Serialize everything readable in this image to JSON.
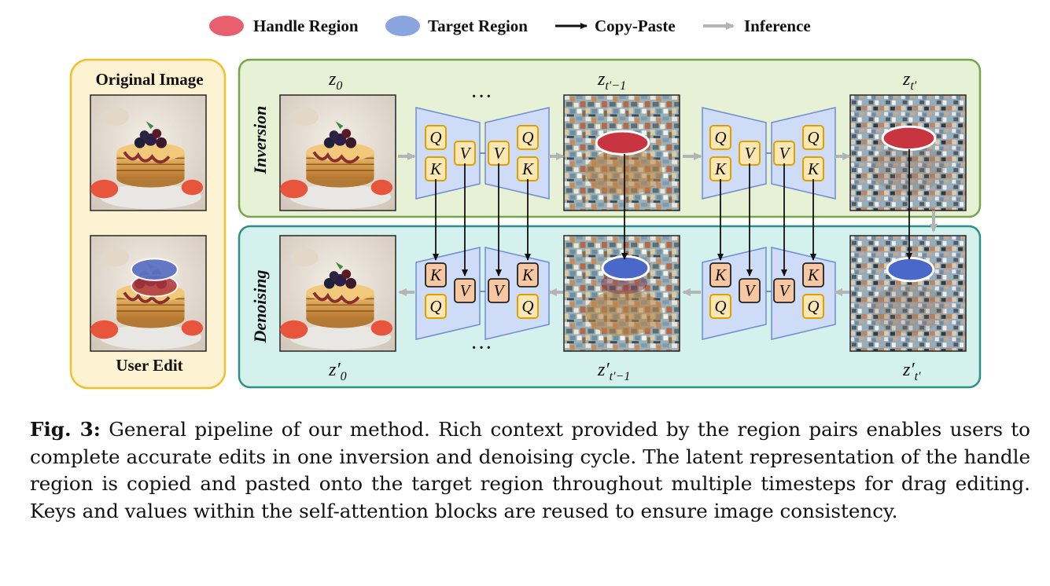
{
  "legend": {
    "handle_label": "Handle Region",
    "target_label": "Target Region",
    "copy_label": "Copy-Paste",
    "inference_label": "Inference",
    "handle_color": "#e85f6f",
    "target_color": "#8aa4e0"
  },
  "left_panel": {
    "original_label": "Original Image",
    "edit_label": "User Edit"
  },
  "stages": {
    "inversion": "Inversion",
    "denoising": "Denoising"
  },
  "latents": {
    "top_1": "z",
    "top_1_sub": "0",
    "top_2": "z",
    "top_2_sub": "t′−1",
    "top_3": "z",
    "top_3_sub": "t′",
    "bot_1": "z′",
    "bot_1_sub": "0",
    "bot_2": "z′",
    "bot_2_sub": "t′−1",
    "bot_3": "z′",
    "bot_3_sub": "t′"
  },
  "attention": {
    "q": "Q",
    "k": "K",
    "v": "V",
    "dots": "···"
  },
  "caption": {
    "label": "Fig. 3:",
    "text": "General pipeline of our method. Rich context provided by the region pairs enables users to complete accurate edits in one inversion and denoising cycle. The latent representation of the handle region is copied and pasted onto the target region throughout multiple timesteps for drag editing. Keys and values within the self-attention blocks are reused to ensure image consistency."
  },
  "colors": {
    "left_panel_fill": "#fdf3d2",
    "left_panel_stroke": "#f0c030",
    "inversion_fill": "#e6f1d6",
    "inversion_stroke": "#78a44a",
    "denoising_fill": "#d4f1ee",
    "denoising_stroke": "#2d9088",
    "unet_fill": "#cfdcf7",
    "unet_stroke": "#6f8dcf",
    "qk_fill": "#fbe7b3",
    "kv_fill": "#f6c7a0",
    "qk_stroke": "#e0a100"
  }
}
